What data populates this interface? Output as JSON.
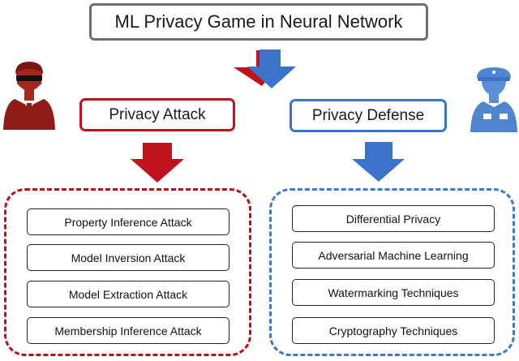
{
  "title": "ML  Privacy Game in Neural Network",
  "attack": {
    "label": "Privacy Attack",
    "items": [
      "Property  Inference Attack",
      "Model Inversion Attack",
      "Model Extraction Attack",
      "Membership Inference Attack"
    ]
  },
  "defense": {
    "label": "Privacy Defense",
    "items": [
      "Differential Privacy",
      "Adversarial Machine Learning",
      "Watermarking Techniques",
      "Cryptography Techniques"
    ]
  },
  "icons": {
    "attacker": "hacker-icon",
    "defender": "security-guard-icon"
  },
  "colors": {
    "attack": "#c0121d",
    "defense": "#3a73c9",
    "title_border": "#6e6e6e"
  }
}
